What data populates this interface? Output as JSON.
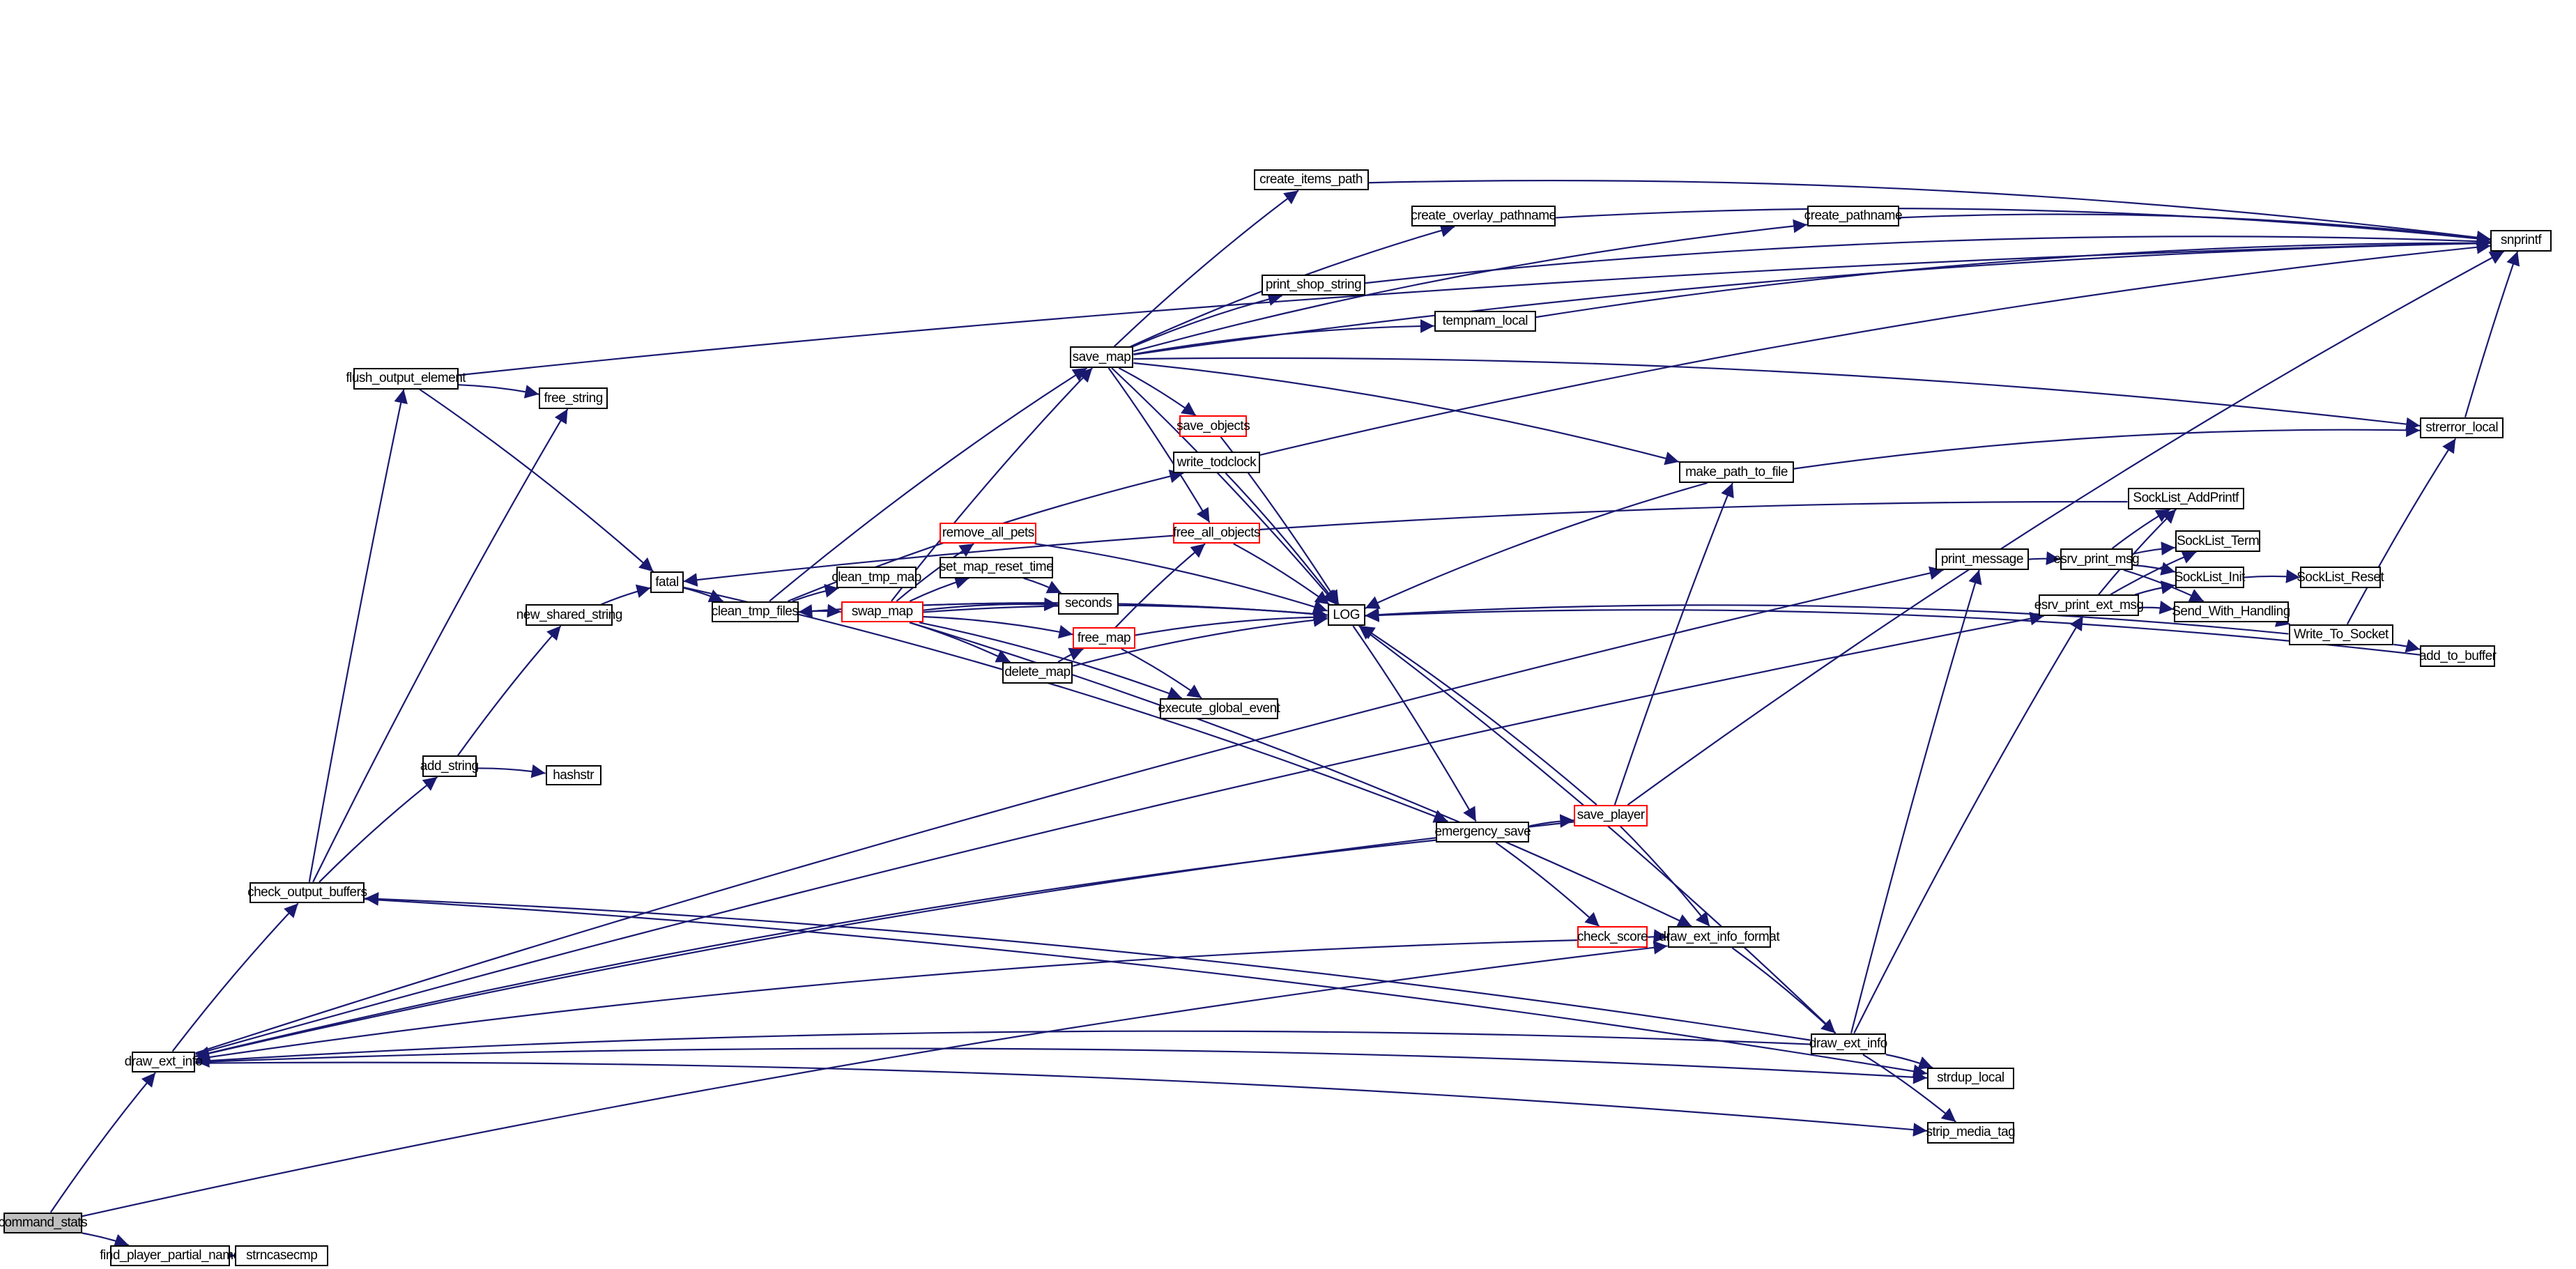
{
  "title": "command_stats call graph",
  "colors": {
    "edge": "#191970",
    "node_border": "#000000",
    "truncated_border": "#ff0000",
    "root_fill": "#bfbfbf"
  },
  "nodes": [
    {
      "id": "command_stats",
      "label": "command_stats",
      "style": "root"
    },
    {
      "id": "draw_ext_info_l",
      "label": "draw_ext_info"
    },
    {
      "id": "find_player_partial_name",
      "label": "find_player_partial_name"
    },
    {
      "id": "strncasecmp",
      "label": "strncasecmp"
    },
    {
      "id": "check_output_buffers",
      "label": "check_output_buffers"
    },
    {
      "id": "flush_output_element",
      "label": "flush_output_element"
    },
    {
      "id": "free_string",
      "label": "free_string"
    },
    {
      "id": "add_string",
      "label": "add_string"
    },
    {
      "id": "hashstr",
      "label": "hashstr"
    },
    {
      "id": "new_shared_string",
      "label": "new_shared_string"
    },
    {
      "id": "fatal",
      "label": "fatal"
    },
    {
      "id": "clean_tmp_files",
      "label": "clean_tmp_files"
    },
    {
      "id": "clean_tmp_map",
      "label": "clean_tmp_map"
    },
    {
      "id": "swap_map",
      "label": "swap_map",
      "style": "red"
    },
    {
      "id": "remove_all_pets",
      "label": "remove_all_pets",
      "style": "red"
    },
    {
      "id": "set_map_reset_time",
      "label": "set_map_reset_time"
    },
    {
      "id": "seconds",
      "label": "seconds"
    },
    {
      "id": "free_map",
      "label": "free_map",
      "style": "red"
    },
    {
      "id": "delete_map",
      "label": "delete_map"
    },
    {
      "id": "execute_global_event",
      "label": "execute_global_event"
    },
    {
      "id": "save_map",
      "label": "save_map"
    },
    {
      "id": "create_items_path",
      "label": "create_items_path"
    },
    {
      "id": "create_overlay_pathname",
      "label": "create_overlay_pathname"
    },
    {
      "id": "create_pathname",
      "label": "create_pathname"
    },
    {
      "id": "print_shop_string",
      "label": "print_shop_string"
    },
    {
      "id": "tempnam_local",
      "label": "tempnam_local"
    },
    {
      "id": "save_objects",
      "label": "save_objects",
      "style": "red"
    },
    {
      "id": "write_todclock",
      "label": "write_todclock"
    },
    {
      "id": "free_all_objects",
      "label": "free_all_objects",
      "style": "red"
    },
    {
      "id": "LOG",
      "label": "LOG"
    },
    {
      "id": "make_path_to_file",
      "label": "make_path_to_file"
    },
    {
      "id": "snprintf",
      "label": "snprintf"
    },
    {
      "id": "strerror_local",
      "label": "strerror_local"
    },
    {
      "id": "print_message",
      "label": "print_message"
    },
    {
      "id": "esrv_print_msg",
      "label": "esrv_print_msg"
    },
    {
      "id": "esrv_print_ext_msg",
      "label": "esrv_print_ext_msg"
    },
    {
      "id": "SockList_AddPrintf",
      "label": "SockList_AddPrintf"
    },
    {
      "id": "SockList_Term",
      "label": "SockList_Term"
    },
    {
      "id": "SockList_Init",
      "label": "SockList_Init"
    },
    {
      "id": "SockList_Reset",
      "label": "SockList_Reset"
    },
    {
      "id": "Send_With_Handling",
      "label": "Send_With_Handling"
    },
    {
      "id": "Write_To_Socket",
      "label": "Write_To_Socket"
    },
    {
      "id": "add_to_buffer",
      "label": "add_to_buffer"
    },
    {
      "id": "emergency_save",
      "label": "emergency_save"
    },
    {
      "id": "save_player",
      "label": "save_player",
      "style": "red"
    },
    {
      "id": "check_score",
      "label": "check_score",
      "style": "red"
    },
    {
      "id": "draw_ext_info_format",
      "label": "draw_ext_info_format"
    },
    {
      "id": "draw_ext_info_r",
      "label": "draw_ext_info"
    },
    {
      "id": "strdup_local",
      "label": "strdup_local"
    },
    {
      "id": "strip_media_tag",
      "label": "strip_media_tag"
    }
  ],
  "edges": [
    [
      "command_stats",
      "draw_ext_info_l"
    ],
    [
      "command_stats",
      "find_player_partial_name"
    ],
    [
      "command_stats",
      "draw_ext_info_format"
    ],
    [
      "find_player_partial_name",
      "strncasecmp"
    ],
    [
      "draw_ext_info_l",
      "check_output_buffers"
    ],
    [
      "draw_ext_info_l",
      "print_message"
    ],
    [
      "draw_ext_info_l",
      "strdup_local"
    ],
    [
      "draw_ext_info_l",
      "strip_media_tag"
    ],
    [
      "draw_ext_info_l",
      "esrv_print_ext_msg"
    ],
    [
      "emergency_save",
      "draw_ext_info_l"
    ],
    [
      "save_player",
      "draw_ext_info_l"
    ],
    [
      "check_score",
      "draw_ext_info_l"
    ],
    [
      "draw_ext_info_r",
      "draw_ext_info_l"
    ],
    [
      "draw_ext_info_r",
      "check_output_buffers"
    ],
    [
      "check_output_buffers",
      "flush_output_element"
    ],
    [
      "check_output_buffers",
      "free_string"
    ],
    [
      "check_output_buffers",
      "add_string"
    ],
    [
      "check_output_buffers",
      "strdup_local"
    ],
    [
      "flush_output_element",
      "free_string"
    ],
    [
      "flush_output_element",
      "fatal"
    ],
    [
      "flush_output_element",
      "snprintf"
    ],
    [
      "add_string",
      "new_shared_string"
    ],
    [
      "add_string",
      "hashstr"
    ],
    [
      "new_shared_string",
      "fatal"
    ],
    [
      "fatal",
      "clean_tmp_files"
    ],
    [
      "fatal",
      "emergency_save"
    ],
    [
      "clean_tmp_files",
      "save_map"
    ],
    [
      "clean_tmp_files",
      "clean_tmp_map"
    ],
    [
      "clean_tmp_files",
      "swap_map"
    ],
    [
      "clean_tmp_files",
      "LOG"
    ],
    [
      "clean_tmp_files",
      "write_todclock"
    ],
    [
      "LOG",
      "clean_tmp_files"
    ],
    [
      "swap_map",
      "save_map"
    ],
    [
      "swap_map",
      "remove_all_pets"
    ],
    [
      "swap_map",
      "set_map_reset_time"
    ],
    [
      "swap_map",
      "seconds"
    ],
    [
      "swap_map",
      "free_map"
    ],
    [
      "swap_map",
      "delete_map"
    ],
    [
      "swap_map",
      "execute_global_event"
    ],
    [
      "swap_map",
      "LOG"
    ],
    [
      "swap_map",
      "draw_ext_info_format"
    ],
    [
      "set_map_reset_time",
      "seconds"
    ],
    [
      "delete_map",
      "free_map"
    ],
    [
      "delete_map",
      "LOG"
    ],
    [
      "free_map",
      "free_all_objects"
    ],
    [
      "free_map",
      "LOG"
    ],
    [
      "free_map",
      "execute_global_event"
    ],
    [
      "save_map",
      "create_items_path"
    ],
    [
      "save_map",
      "create_overlay_pathname"
    ],
    [
      "save_map",
      "create_pathname"
    ],
    [
      "save_map",
      "print_shop_string"
    ],
    [
      "save_map",
      "tempnam_local"
    ],
    [
      "save_map",
      "save_objects"
    ],
    [
      "save_map",
      "free_all_objects"
    ],
    [
      "save_map",
      "LOG"
    ],
    [
      "save_map",
      "make_path_to_file"
    ],
    [
      "save_map",
      "strerror_local"
    ],
    [
      "save_map",
      "snprintf"
    ],
    [
      "create_items_path",
      "snprintf"
    ],
    [
      "create_overlay_pathname",
      "snprintf"
    ],
    [
      "create_pathname",
      "snprintf"
    ],
    [
      "print_shop_string",
      "snprintf"
    ],
    [
      "tempnam_local",
      "snprintf"
    ],
    [
      "save_objects",
      "LOG"
    ],
    [
      "write_todclock",
      "LOG"
    ],
    [
      "write_todclock",
      "snprintf"
    ],
    [
      "free_all_objects",
      "LOG"
    ],
    [
      "remove_all_pets",
      "LOG"
    ],
    [
      "LOG",
      "emergency_save"
    ],
    [
      "emergency_save",
      "save_player"
    ],
    [
      "emergency_save",
      "check_score"
    ],
    [
      "save_player",
      "LOG"
    ],
    [
      "save_player",
      "make_path_to_file"
    ],
    [
      "save_player",
      "draw_ext_info_format"
    ],
    [
      "save_player",
      "snprintf"
    ],
    [
      "check_score",
      "draw_ext_info_format"
    ],
    [
      "draw_ext_info_format",
      "draw_ext_info_r"
    ],
    [
      "draw_ext_info_r",
      "print_message"
    ],
    [
      "draw_ext_info_r",
      "esrv_print_ext_msg"
    ],
    [
      "draw_ext_info_r",
      "strdup_local"
    ],
    [
      "draw_ext_info_r",
      "strip_media_tag"
    ],
    [
      "draw_ext_info_r",
      "LOG"
    ],
    [
      "make_path_to_file",
      "LOG"
    ],
    [
      "make_path_to_file",
      "strerror_local"
    ],
    [
      "print_message",
      "esrv_print_msg"
    ],
    [
      "esrv_print_msg",
      "SockList_AddPrintf"
    ],
    [
      "esrv_print_msg",
      "SockList_Term"
    ],
    [
      "esrv_print_msg",
      "SockList_Init"
    ],
    [
      "esrv_print_msg",
      "Send_With_Handling"
    ],
    [
      "esrv_print_ext_msg",
      "SockList_AddPrintf"
    ],
    [
      "esrv_print_ext_msg",
      "SockList_Term"
    ],
    [
      "esrv_print_ext_msg",
      "SockList_Init"
    ],
    [
      "esrv_print_ext_msg",
      "Send_With_Handling"
    ],
    [
      "SockList_AddPrintf",
      "fatal"
    ],
    [
      "SockList_Init",
      "SockList_Reset"
    ],
    [
      "Send_With_Handling",
      "Write_To_Socket"
    ],
    [
      "Write_To_Socket",
      "LOG"
    ],
    [
      "Write_To_Socket",
      "strerror_local"
    ],
    [
      "Write_To_Socket",
      "add_to_buffer"
    ],
    [
      "add_to_buffer",
      "LOG"
    ],
    [
      "strerror_local",
      "snprintf"
    ]
  ]
}
